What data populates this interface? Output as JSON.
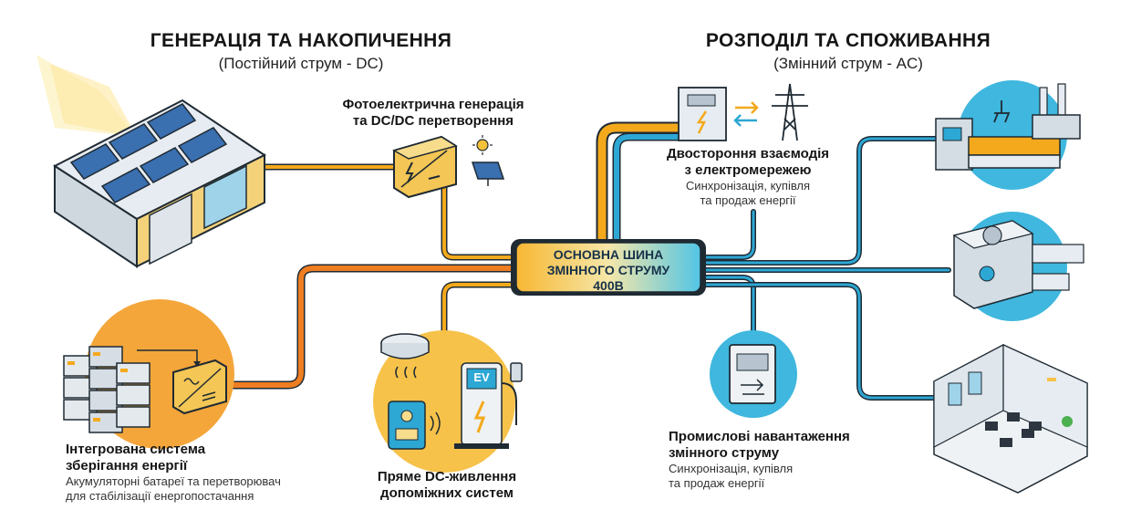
{
  "left_header": {
    "title": "ГЕНЕРАЦІЯ ТА НАКОПИЧЕННЯ",
    "subtitle": "(Постійний струм - DC)"
  },
  "right_header": {
    "title": "РОЗПОДІЛ ТА СПОЖИВАННЯ",
    "subtitle": "(Змінний струм - AC)"
  },
  "bus": {
    "line1": "ОСНОВНА ШИНА",
    "line2": "ЗМІННОГО СТРУМУ",
    "line3": "400В"
  },
  "pv": {
    "line1": "Фотоелектрична генерація",
    "line2": "та DC/DC перетворення"
  },
  "storage": {
    "line1": "Інтегрована система",
    "line2": "зберігання енергії",
    "desc1": "Акумуляторні батареї та перетворювач",
    "desc2": "для стабілізації енергопостачання"
  },
  "dc_aux": {
    "line1": "Пряме DC-живлення",
    "line2": "допоміжних систем",
    "ev_label": "EV"
  },
  "grid": {
    "line1": "Двостороння взаємодія",
    "line2": "з електромережею",
    "desc1": "Синхронізація, купівля",
    "desc2": "та продаж енергії"
  },
  "industrial": {
    "line1": "Промислові навантаження",
    "line2": "змінного струму",
    "desc1": "Синхронізація, купівля",
    "desc2": "та продаж енергії"
  },
  "colors": {
    "dc_wire": "#f4a91c",
    "dc_wire_orange": "#ef7d22",
    "ac_wire": "#2da7d4",
    "bus_left": "#f7b733",
    "bus_right": "#4fc6e6",
    "outline": "#1f2a33"
  },
  "icons": [
    "solar-roof-building",
    "dc-dc-converter",
    "sun-panel",
    "battery-rack",
    "inverter",
    "smoke-detector",
    "intercom",
    "ev-charger",
    "meter-cabinet",
    "transmission-tower",
    "factory",
    "hvac-unit",
    "meter-panel",
    "office-room"
  ]
}
